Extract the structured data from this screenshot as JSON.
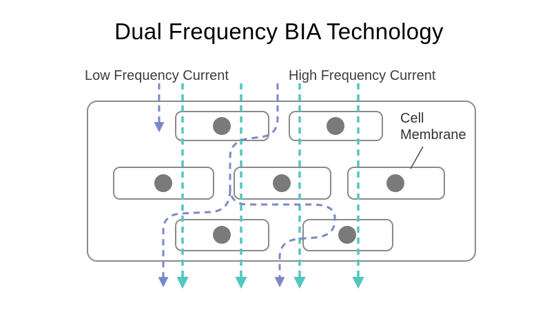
{
  "title": "Dual Frequency BIA Technology",
  "labels": {
    "low_frequency": "Low Frequency Current",
    "high_frequency": "High Frequency Current",
    "cell_membrane": "Cell Membrane"
  },
  "colors": {
    "low_frequency_current": "#7b87c9",
    "high_frequency_current": "#53c6c0",
    "cell_outline": "#8a8a8a",
    "nucleus_fill": "#7a7a7a",
    "text": "#3d3d3d"
  },
  "diagram": {
    "cell_count": 7,
    "low_frequency_arrow_count": 3,
    "high_frequency_arrow_count": 4
  }
}
